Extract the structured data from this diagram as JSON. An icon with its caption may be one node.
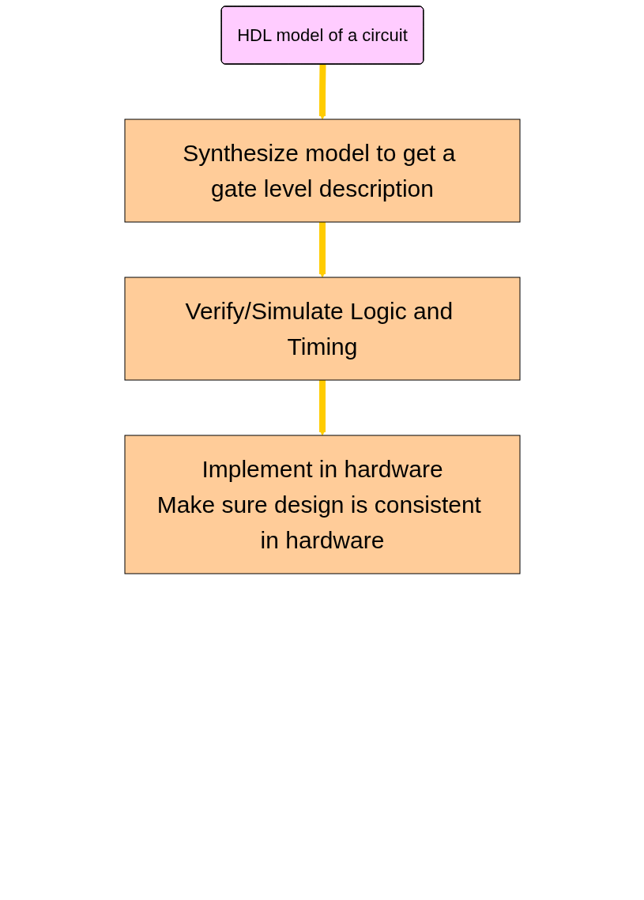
{
  "diagram": {
    "nodes": [
      {
        "text": [
          "HDL model of a circuit"
        ]
      },
      {
        "text": [
          "Synthesize model to get a gate level description"
        ]
      },
      {
        "text": [
          "Verify/Simulate Logic and Timing"
        ]
      },
      {
        "text": [
          "Implement in hardware",
          "Make sure design is consistent in hardware"
        ]
      }
    ],
    "edges": [
      {
        "from": 0,
        "to": 1,
        "arrow": "to"
      },
      {
        "from": 1,
        "to": 2,
        "arrow": "to"
      },
      {
        "from": 2,
        "to": 3,
        "arrow": "to"
      }
    ]
  }
}
